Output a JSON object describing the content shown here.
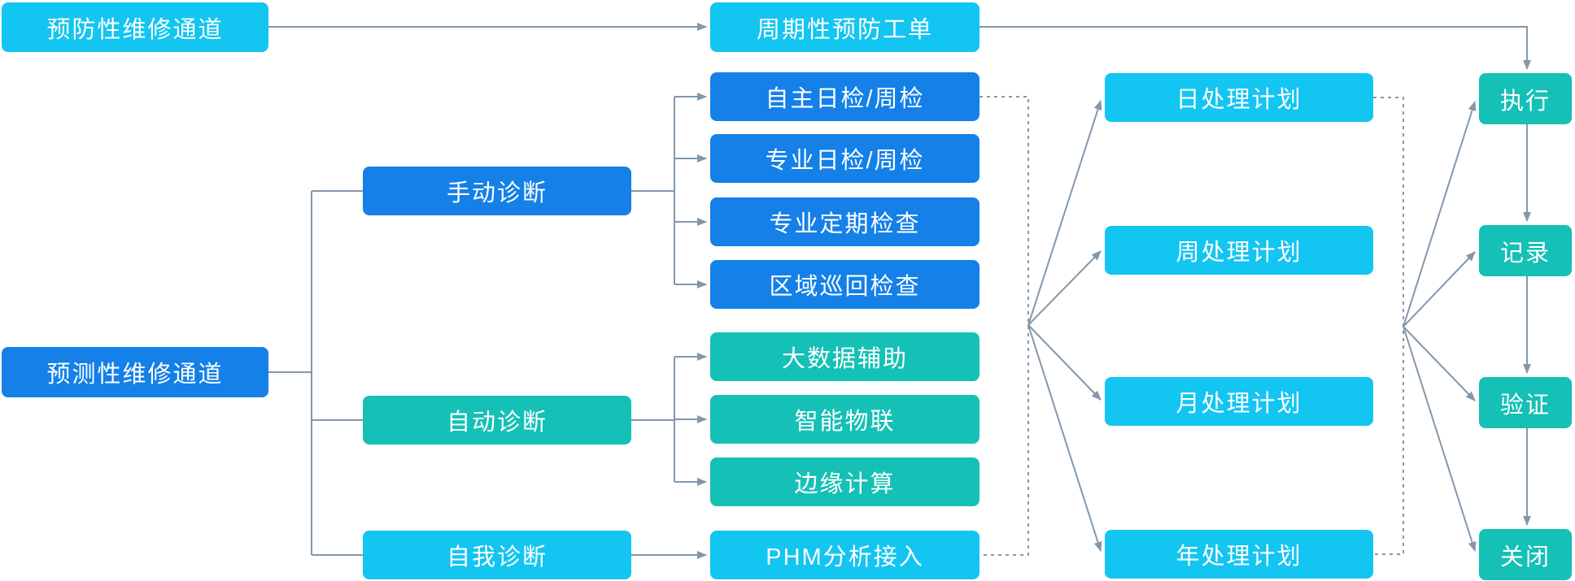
{
  "colors": {
    "cyan": "#13C5F1",
    "blue": "#1480E8",
    "teal": "#15C0B6",
    "line": "#8397AB",
    "background": "#FFFFFF"
  },
  "nodes": {
    "preventive_channel": "预防性维修通道",
    "periodic_order": "周期性预防工单",
    "predictive_channel": "预测性维修通道",
    "manual_diagnosis": "手动诊断",
    "auto_diagnosis": "自动诊断",
    "self_diagnosis": "自我诊断",
    "self_daily_check": "自主日检/周检",
    "pro_daily_check": "专业日检/周检",
    "pro_periodic_check": "专业定期检查",
    "area_patrol_check": "区域巡回检查",
    "big_data_assist": "大数据辅助",
    "smart_iot": "智能物联",
    "edge_computing": "边缘计算",
    "phm_access": "PHM分析接入",
    "daily_plan": "日处理计划",
    "weekly_plan": "周处理计划",
    "monthly_plan": "月处理计划",
    "yearly_plan": "年处理计划",
    "execute": "执行",
    "record": "记录",
    "verify": "验证",
    "close": "关闭"
  }
}
